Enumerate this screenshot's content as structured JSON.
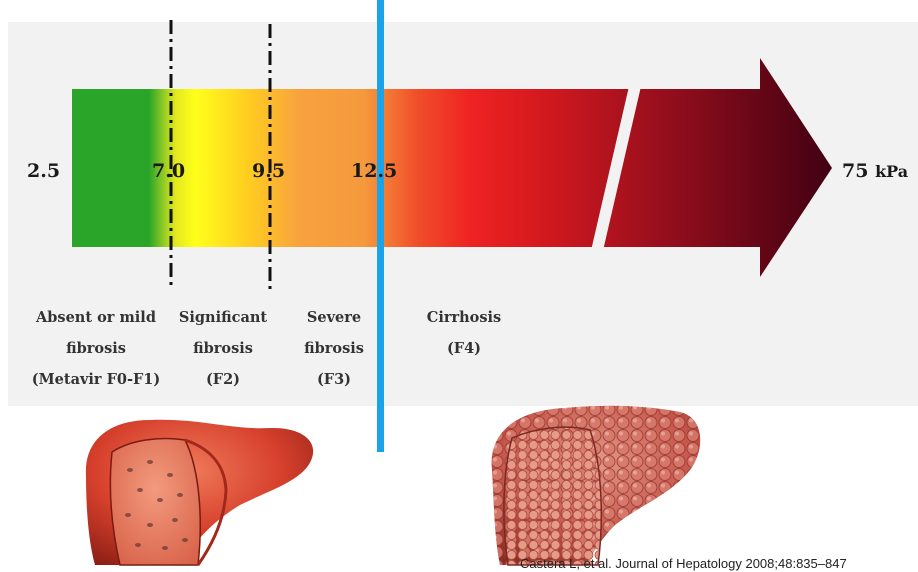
{
  "scale": {
    "start_label": "2.5",
    "end_value": "75",
    "end_unit": "kPa",
    "thresholds": [
      "7.0",
      "9.5",
      "12.5"
    ]
  },
  "stages": [
    {
      "line1": "Absent or mild",
      "line2": "fibrosis",
      "line3": "(Metavir F0-F1)"
    },
    {
      "line1": "Significant",
      "line2": "fibrosis",
      "line3": "(F2)"
    },
    {
      "line1": "Severe",
      "line2": "fibrosis",
      "line3": "(F3)"
    },
    {
      "line1": "Cirrhosis",
      "line2": "",
      "line3": "(F4)"
    }
  ],
  "colors": {
    "green": "#2aa52a",
    "yellow": "#ffff1a",
    "orange": "#f59a3c",
    "red": "#ee2222",
    "dark": "#3d0012",
    "marker_line": "#1aa3e8",
    "panel": "#f2f2f2"
  },
  "images": {
    "healthy_liver": "healthy-liver-illustration",
    "cirrhotic_liver": "cirrhotic-liver-illustration"
  },
  "citation": "Castera L, et al. Journal of Hepatology 2008;48:835–847"
}
